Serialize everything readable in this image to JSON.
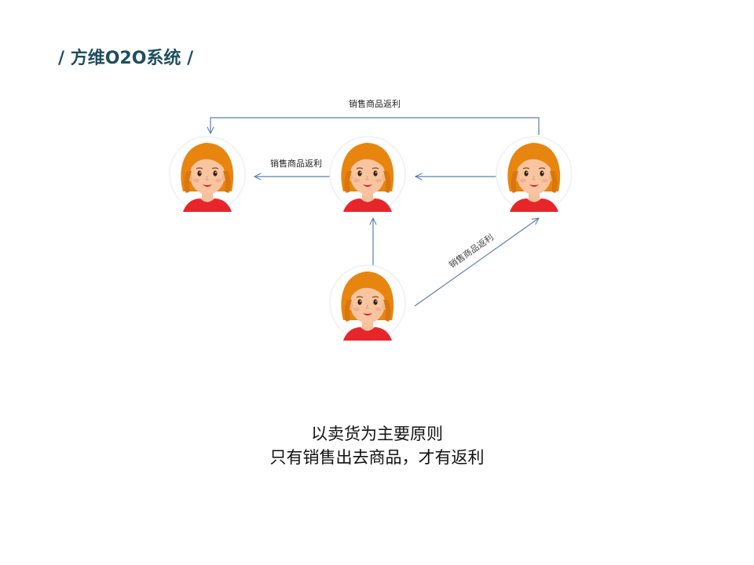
{
  "page": {
    "title": "/ 方维O2O系统 /"
  },
  "diagram": {
    "edges": [
      {
        "label": "销售商品返利"
      },
      {
        "label": "销售商品返利"
      },
      {
        "label": "销售商品返利"
      }
    ],
    "arrow_color": "#5b7fb0"
  },
  "caption": {
    "line1": "以卖货为主要原则",
    "line2": "只有销售出去商品，才有返利"
  }
}
